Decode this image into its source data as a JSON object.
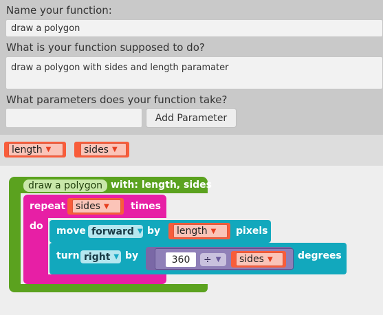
{
  "form": {
    "name_label": "Name your function:",
    "name_value": "draw a polygon",
    "description_label": "What is your function supposed to do?",
    "description_value": "draw a polygon with sides and length paramater",
    "params_label": "What parameters does your function take?",
    "param_input_value": "",
    "add_param_label": "Add Parameter"
  },
  "param_chips": [
    {
      "label": "length",
      "arrow": "▼"
    },
    {
      "label": "sides",
      "arrow": "▼"
    }
  ],
  "function_block": {
    "name_field": "draw a polygon",
    "with_text": "with: length, sides"
  },
  "repeat_block": {
    "keyword": "repeat",
    "count_var": "sides",
    "times_text": "times",
    "do_text": "do"
  },
  "move_block": {
    "keyword": "move",
    "direction": "forward",
    "by_text": "by",
    "amount_var": "length",
    "unit_text": "pixels"
  },
  "turn_block": {
    "keyword": "turn",
    "direction": "right",
    "by_text": "by",
    "dividend": "360",
    "operator": "÷",
    "divisor_var": "sides",
    "unit_text": "degrees"
  },
  "colors": {
    "function_green": "#5ba21f",
    "repeat_pink": "#e71fa5",
    "move_teal": "#12a8bd",
    "math_purple": "#7a68a6",
    "variable_red": "#f85d3b"
  }
}
